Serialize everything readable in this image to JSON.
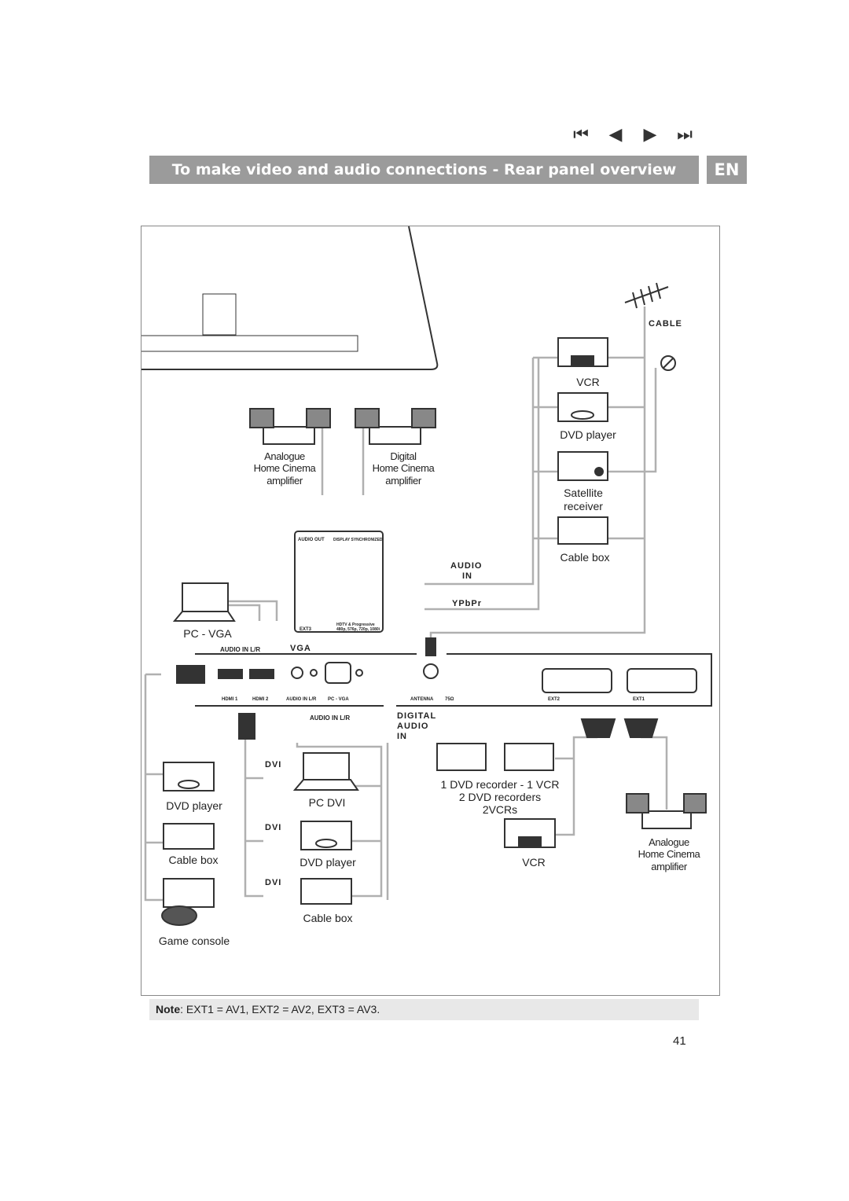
{
  "nav": {
    "first": "⏮",
    "prev": "◀",
    "next": "▶",
    "last": "⏭"
  },
  "header": {
    "title": "To make video and audio connections - Rear panel overview",
    "lang": "EN"
  },
  "labels": {
    "vcr_top": "VCR",
    "dvd_top": "DVD player",
    "sat1": "Satellite",
    "sat2": "receiver",
    "cablebox_top": "Cable box",
    "cable": "CABLE",
    "ana1": "Analogue",
    "ana2": "Home Cinema",
    "ana3": "amplifier",
    "dig1": "Digital",
    "dig2": "Home Cinema",
    "dig3": "amplifier",
    "audio_in1": "AUDIO",
    "audio_in2": "IN",
    "ypbpr": "YPbPr",
    "pc_vga": "PC - VGA",
    "audio_in_lr_top": "AUDIO IN L/R",
    "vga": "VGA",
    "hdmi1": "HDMI 1",
    "hdmi2": "HDMI 2",
    "audio_in_lr_port": "AUDIO IN L/R",
    "pc_vga_port": "PC - VGA",
    "antenna": "ANTENNA",
    "ohm": "75Ω",
    "ext2": "EXT2",
    "ext1": "EXT1",
    "audio_in_lr_bottom": "AUDIO IN L/R",
    "dig_audio1": "DIGITAL",
    "dig_audio2": "AUDIO",
    "dig_audio3": "IN",
    "dvi_a": "DVI",
    "dvi_b": "DVI",
    "dvi_c": "DVI",
    "dvd_left": "DVD player",
    "cablebox_left": "Cable box",
    "game": "Game console",
    "pc_dvi": "PC DVI",
    "dvd_mid": "DVD player",
    "cablebox_mid": "Cable box",
    "rec1": "1 DVD recorder - 1 VCR",
    "rec2": "2 DVD recorders",
    "rec3": "2VCRs",
    "vcr_bottom": "VCR",
    "ana_b1": "Analogue",
    "ana_b2": "Home Cinema",
    "ana_b3": "amplifier",
    "panel_audio_out": "AUDIO OUT",
    "panel_display": "DISPLAY SYNCHRONIZED",
    "panel_ext3": "EXT3",
    "panel_hdtv": "HDTV & Progressive",
    "panel_res": "480p, 576p, 720p, 1080i"
  },
  "note": {
    "bold": "Note",
    "text": ": EXT1 = AV1, EXT2 = AV2, EXT3 = AV3."
  },
  "page_number": "41",
  "colors": {
    "header_bg": "#9b9b9b",
    "cable": "#b0b0b0",
    "note_bg": "#e8e8e8"
  }
}
